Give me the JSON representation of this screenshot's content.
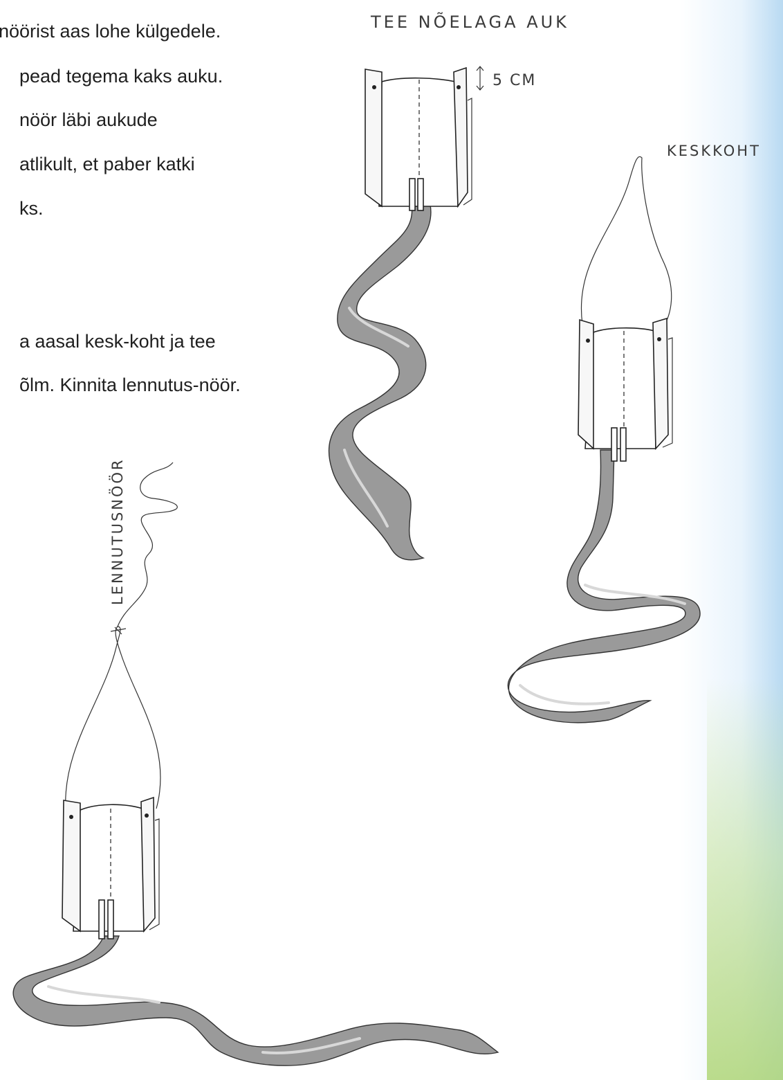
{
  "text": {
    "line1": "nöörist aas lohe külgedele.",
    "line2": "pead tegema kaks auku.",
    "line3": "nöör läbi aukude",
    "line4": "atlikult, et paber katki",
    "line5": "ks.",
    "line6": "a aasal kesk-koht ja tee",
    "line7": "õlm. Kinnita lennutus-nöör."
  },
  "labels": {
    "hole": "TEE NÕELAGA AUK",
    "measure": "5 CM",
    "center": "KESKKOHT",
    "flying_string": "LENNUTUSNÖÖR"
  },
  "colors": {
    "ribbon": "#9a9a9a",
    "edge_blue": "#b9daf2",
    "edge_green": "#b0d678"
  }
}
